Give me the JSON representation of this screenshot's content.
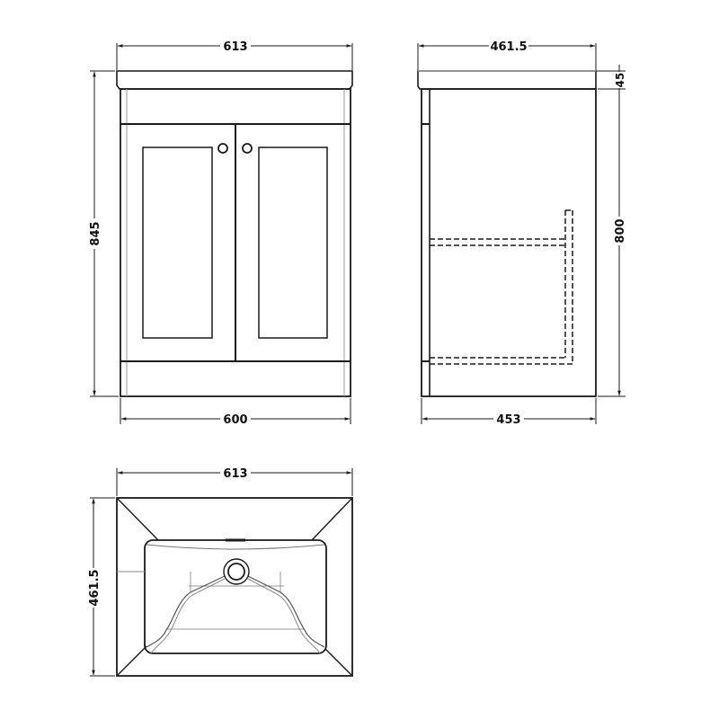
{
  "diagram": {
    "type": "technical-drawing",
    "subject": "two-door floor-standing vanity unit with basin",
    "units": "mm",
    "line_color": "#1a1a1a",
    "light_line_color": "#9a9a9a",
    "views": {
      "front": {
        "dimensions": {
          "top_width": "613",
          "body_width": "600",
          "overall_height": "845"
        }
      },
      "side": {
        "dimensions": {
          "top_depth": "461.5",
          "body_depth": "453",
          "top_thickness": "45",
          "body_height": "800"
        }
      },
      "plan": {
        "dimensions": {
          "basin_width": "613",
          "basin_depth": "461.5"
        }
      }
    }
  }
}
